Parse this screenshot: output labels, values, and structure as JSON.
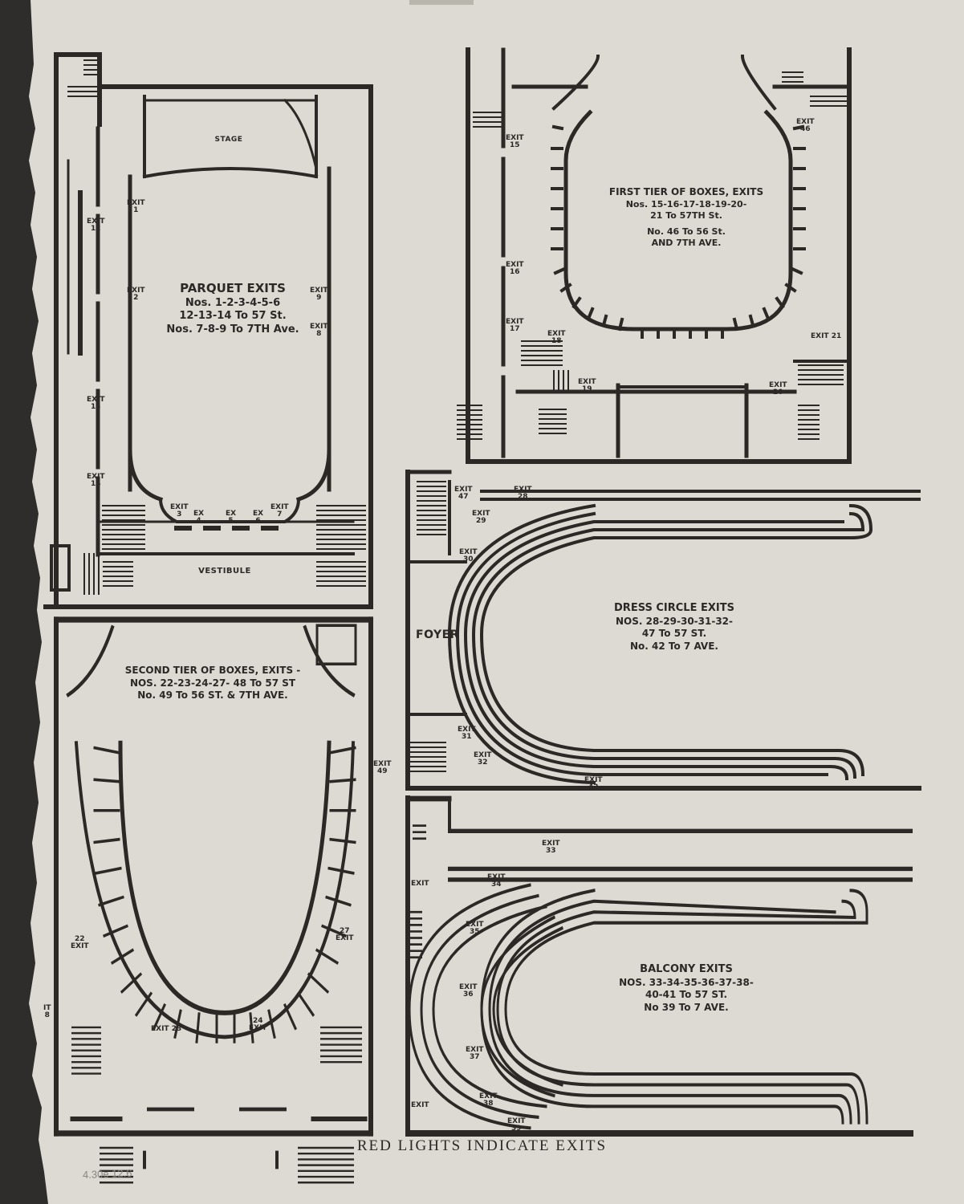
{
  "colors": {
    "paper": "#dcdad3",
    "ink": "#2b2826",
    "background": "#2f2d2b"
  },
  "parquet": {
    "stage": "STAGE",
    "title_lines": [
      "PARQUET EXITS",
      "Nos. 1-2-3-4-5-6",
      "12-13-14 To 57 St.",
      "Nos. 7-8-9 To 7TH Ave."
    ],
    "vestibule": "VESTIBULE",
    "exits": [
      [
        "EXIT",
        "1"
      ],
      [
        "EXIT",
        "12"
      ],
      [
        "EXIT",
        "2"
      ],
      [
        "EXIT",
        "9"
      ],
      [
        "EXIT",
        "8"
      ],
      [
        "EXIT",
        "13"
      ],
      [
        "EXIT",
        "14"
      ],
      [
        "EXIT",
        "3"
      ],
      [
        "EX",
        "4"
      ],
      [
        "EX",
        "5"
      ],
      [
        "EX",
        "6"
      ],
      [
        "EXIT",
        "7"
      ]
    ]
  },
  "first_tier": {
    "title_lines": [
      "FIRST TIER OF BOXES, EXITS",
      "Nos. 15-16-17-18-19-20-",
      "21 To 57TH St.",
      "No. 46 To 56 St.",
      "AND 7TH AVE."
    ],
    "exits": [
      [
        "EXIT",
        "15"
      ],
      [
        "EXIT",
        "16"
      ],
      [
        "EXIT",
        "17"
      ],
      [
        "EXIT",
        "18"
      ],
      [
        "EXIT",
        "19"
      ],
      [
        "EXIT",
        "46"
      ],
      [
        "EXIT 21",
        ""
      ],
      [
        "EXIT",
        "20"
      ]
    ]
  },
  "second_tier": {
    "title_lines": [
      "SECOND TIER OF BOXES, EXITS -",
      "NOS. 22-23-24-27- 48 To 57 ST",
      "No. 49 To 56 ST. & 7TH AVE."
    ],
    "exits": [
      [
        "EXIT",
        "49"
      ],
      [
        "22",
        "EXIT"
      ],
      [
        "27",
        "EXIT"
      ],
      [
        "EXIT 23",
        ""
      ],
      [
        "24",
        "EXIT"
      ],
      [
        "IT",
        "8"
      ]
    ]
  },
  "dress_circle": {
    "foyer": "FOYER",
    "title_lines": [
      "DRESS CIRCLE EXITS",
      "NOS. 28-29-30-31-32-",
      "47 To 57 ST.",
      "No. 42 To 7 AVE."
    ],
    "exits": [
      [
        "EXIT",
        "47"
      ],
      [
        "EXIT",
        "28"
      ],
      [
        "EXIT",
        "29"
      ],
      [
        "EXIT",
        "30"
      ],
      [
        "EXIT",
        "31"
      ],
      [
        "EXIT",
        "32"
      ],
      [
        "EXIT",
        "42"
      ]
    ]
  },
  "balcony": {
    "title_lines": [
      "BALCONY EXITS",
      "NOS. 33-34-35-36-37-38-",
      "40-41 To 57 ST.",
      "No 39 To 7 AVE."
    ],
    "exits": [
      [
        "EXIT",
        "33"
      ],
      [
        "EXIT",
        ""
      ],
      [
        "EXIT",
        "34"
      ],
      [
        "EXIT",
        "35"
      ],
      [
        "EXIT",
        "36"
      ],
      [
        "EXIT",
        "37"
      ],
      [
        "EXIT",
        "38"
      ],
      [
        "EXIT",
        "39"
      ],
      [
        "EXIT",
        ""
      ]
    ]
  },
  "footer": "RED LIGHTS INDICATE EXITS",
  "pencil_note": "4.30e 12.6"
}
